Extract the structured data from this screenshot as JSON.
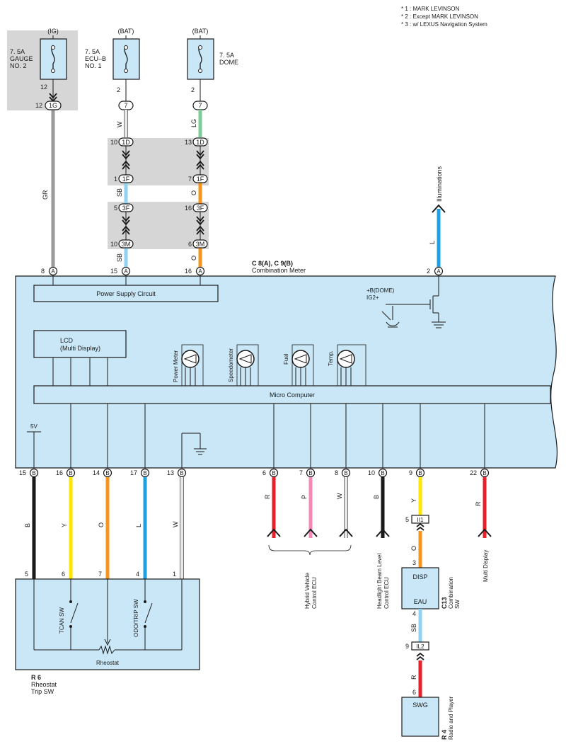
{
  "notes": [
    "* 1 : MARK LEVINSON",
    "* 2 : Except MARK LEVINSON",
    "* 3 : w/ LEXUS Navigation System"
  ],
  "fuses": [
    {
      "supply": "(IG)",
      "rating": "7. 5A",
      "name1": "GAUGE",
      "name2": "NO. 2"
    },
    {
      "supply": "(BAT)",
      "rating": "7. 5A",
      "name1": "ECU–B",
      "name2": "NO. 1"
    },
    {
      "supply": "(BAT)",
      "rating": "7. 5A",
      "name1": "DOME",
      "name2": ""
    }
  ],
  "connectors": {
    "f1_pin": "12",
    "f1_conn": "1G",
    "f2_pin": "2",
    "f2_conn": "7",
    "f3_pin": "2",
    "f3_conn": "7",
    "j1": {
      "a_pin": "10",
      "a_conn": "1D",
      "b_pin": "1",
      "b_conn": "1F",
      "c_pin": "5",
      "c_conn": "3F",
      "d_pin": "10",
      "d_conn": "3M"
    },
    "j2": {
      "a_pin": "13",
      "a_conn": "1D",
      "b_pin": "7",
      "b_conn": "1F",
      "c_pin": "16",
      "c_conn": "3F",
      "d_pin": "6",
      "d_conn": "3M"
    },
    "il1_pin": "5",
    "il1": "II1",
    "il1_bot": "3",
    "il2_pin": "9",
    "il2": "IL2",
    "il2_bot": "6",
    "r6": [
      "5",
      "6",
      "7",
      "4",
      "1"
    ],
    "c13_pins": [
      "4"
    ]
  },
  "wire_colors": {
    "gr": "GR",
    "w1": "W",
    "lg": "LG",
    "sb1": "SB",
    "o1": "O",
    "sb2": "SB",
    "o2": "O",
    "l_top": "L",
    "b1": "B",
    "y1": "Y",
    "o3": "O",
    "l1": "L",
    "w2": "W",
    "r1": "R",
    "p1": "P",
    "w3": "W",
    "b2": "B",
    "y2": "Y",
    "r2": "R",
    "o4": "O",
    "sb3": "SB",
    "r3": "R"
  },
  "meter": {
    "code": "C 8(A), C 9(B)",
    "name": "Combination Meter",
    "top_pins": [
      {
        "num": "8",
        "letter": "A"
      },
      {
        "num": "15",
        "letter": "A"
      },
      {
        "num": "16",
        "letter": "A"
      },
      {
        "num": "2",
        "letter": "A"
      }
    ],
    "bottom_pins": [
      {
        "num": "15",
        "letter": "B"
      },
      {
        "num": "16",
        "letter": "B"
      },
      {
        "num": "14",
        "letter": "B"
      },
      {
        "num": "17",
        "letter": "B"
      },
      {
        "num": "13",
        "letter": "B"
      },
      {
        "num": "6",
        "letter": "B"
      },
      {
        "num": "7",
        "letter": "B"
      },
      {
        "num": "8",
        "letter": "B"
      },
      {
        "num": "10",
        "letter": "B"
      },
      {
        "num": "9",
        "letter": "B"
      },
      {
        "num": "22",
        "letter": "B"
      }
    ],
    "power_supply": "Power Supply Circuit",
    "lcd1": "LCD",
    "lcd2": "(Multi Display)",
    "gauges": [
      "Power Meter",
      "Speedometer",
      "Fuel",
      "Temp."
    ],
    "micro": "Micro Computer",
    "dome1": "+B(DOME)",
    "dome2": "IG2+",
    "v5": "5V"
  },
  "destinations": {
    "illum": "Illuminations",
    "hv1": "Hybrid Vehicle",
    "hv2": "Control ECU",
    "hb1": "Headlight Beam Level",
    "hb2": "Control ECU",
    "md": "Multi Display"
  },
  "combo_sw": {
    "code": "C13",
    "name1": "Combination",
    "name2": "SW",
    "disp": "DISP",
    "eau": "EAU"
  },
  "radio": {
    "code": "R 4",
    "name": "Radio and Player",
    "swg": "SWG"
  },
  "rheostat_sw": {
    "code": "R 6",
    "name1": "Rheostat",
    "name2": "Trip SW",
    "tcan": "TCAN SW",
    "odo": "ODO/TRIP SW",
    "rheostat": "Rheostat"
  }
}
